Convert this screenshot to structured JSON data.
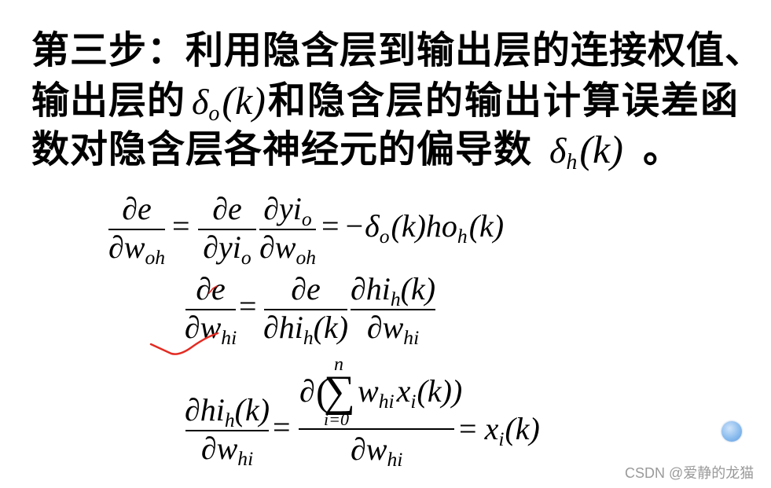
{
  "heading": {
    "line1": "第三步：利用隐含层到输出层的连接权值、",
    "line2_start": "输出层的",
    "line2_delta": "δ",
    "line2_delta_sub": "o",
    "line2_delta_arg": "(k)",
    "line2_end": "和隐含层的输出计算误差函",
    "line3_start": "数对隐含层各神经元的偏导数",
    "line3_delta": "δ",
    "line3_delta_sub": "h",
    "line3_delta_arg": "(k)",
    "line3_end": "。"
  },
  "eq1": {
    "lhs": {
      "num": "∂e",
      "den": "∂w",
      "den_sub": "oh"
    },
    "equals": "=",
    "f1": {
      "num": "∂e",
      "den": "∂yi",
      "den_sub": "o"
    },
    "f2": {
      "num": "∂yi",
      "num_sub": "o",
      "den": "∂w",
      "den_sub": "oh"
    },
    "equals2": "=",
    "rhs": {
      "minus": "−",
      "delta": "δ",
      "delta_sub": "o",
      "mid": "(k)ho",
      "mid_sub": "h",
      "end": "(k)"
    }
  },
  "eq2": {
    "lhs": {
      "num": "∂e",
      "den": "∂w",
      "den_sub": "hi"
    },
    "equals": "=",
    "f1": {
      "num": "∂e",
      "den": "∂hi",
      "den_sub": "h",
      "den_arg": "(k)"
    },
    "f2": {
      "num": "∂hi",
      "num_sub": "h",
      "num_arg": "(k)",
      "den": "∂w",
      "den_sub": "hi"
    }
  },
  "eq3": {
    "lhs": {
      "num": "∂hi",
      "num_sub": "h",
      "num_arg": "(k)",
      "den": "∂w",
      "den_sub": "hi"
    },
    "equals": "=",
    "f1": {
      "num_d": "∂",
      "num_lparen": "(",
      "sum": "∑",
      "sum_upper": "n",
      "sum_lower": "i=0",
      "num_w": "w",
      "num_w_sub": "hi",
      "num_x": "x",
      "num_x_sub": "i",
      "num_close": "(k))",
      "den": "∂w",
      "den_sub": "hi"
    },
    "equals2": "=",
    "rhs": {
      "x": "x",
      "x_sub": "i",
      "arg": "(k)"
    }
  },
  "watermark": "CSDN @爱静的龙猫",
  "colors": {
    "annotation": "#e32b22",
    "watermark": "#9a9a9a",
    "badge": "#8bbcee"
  }
}
